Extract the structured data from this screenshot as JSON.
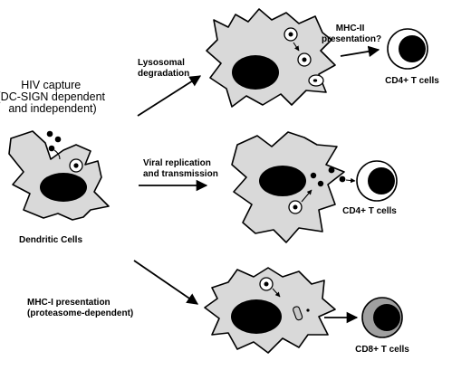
{
  "labels": {
    "hiv_capture": [
      "HIV capture",
      "(DC-SIGN dependent",
      "and independent)"
    ],
    "dendritic_cells": "Dendritic Cells",
    "lysosomal": [
      "Lysosomal",
      "degradation"
    ],
    "mhc2": [
      "MHC-II",
      "presentation?"
    ],
    "viral": [
      "Viral replication",
      "and transmission"
    ],
    "mhc1": [
      "MHC-I presentation",
      "(proteasome-dependent)"
    ],
    "cd4_top": "CD4+ T cells",
    "cd4_mid": "CD4+ T cells",
    "cd8": "CD8+ T cells"
  },
  "colors": {
    "cell_fill": "#d9d9d9",
    "cd8_crescent": "#a0a0a0"
  }
}
